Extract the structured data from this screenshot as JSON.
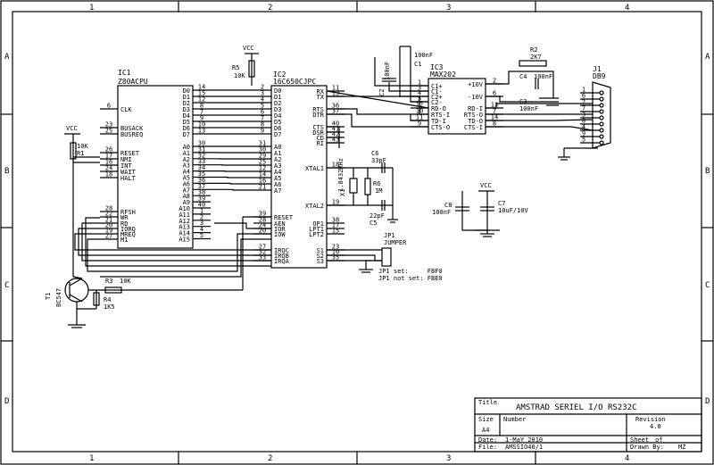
{
  "sheet": {
    "columns": [
      "1",
      "2",
      "3",
      "4"
    ],
    "rows": [
      "A",
      "B",
      "C",
      "D"
    ]
  },
  "title_block": {
    "title_label": "Title",
    "title": "AMSTRAD SERIEL I/O RS232C",
    "size_label": "Size",
    "size": "A4",
    "number_label": "Number",
    "revision_label": "Revision",
    "revision": "4.0",
    "date_label": "Date:",
    "date": "1-MaY 2010",
    "file_label": "File:",
    "file": "AMSSIO40/1",
    "sheet_label": "Sheet",
    "sheet_of": "of",
    "drawn_label": "Drawn By:",
    "drawn": "MZ"
  },
  "ic1": {
    "ref": "IC1",
    "part": "Z80ACPU",
    "left_pins": [
      {
        "num": "6",
        "name": "CLK"
      },
      {
        "num": "23",
        "name": "BUSACK"
      },
      {
        "num": "25",
        "name": "BUSREQ"
      },
      {
        "num": "26",
        "name": "RESET"
      },
      {
        "num": "17",
        "name": "NMI"
      },
      {
        "num": "16",
        "name": "INT"
      },
      {
        "num": "24",
        "name": "WAIT"
      },
      {
        "num": "18",
        "name": "HALT"
      },
      {
        "num": "28",
        "name": "RFSH"
      },
      {
        "num": "22",
        "name": "WR"
      },
      {
        "num": "21",
        "name": "RD"
      },
      {
        "num": "20",
        "name": "IORQ"
      },
      {
        "num": "19",
        "name": "MREQ"
      },
      {
        "num": "27",
        "name": "M1"
      }
    ],
    "right_pins": [
      {
        "num": "14",
        "name": "D0"
      },
      {
        "num": "15",
        "name": "D1"
      },
      {
        "num": "12",
        "name": "D2"
      },
      {
        "num": "8",
        "name": "D3"
      },
      {
        "num": "7",
        "name": "D4"
      },
      {
        "num": "9",
        "name": "D5"
      },
      {
        "num": "10",
        "name": "D6"
      },
      {
        "num": "13",
        "name": "D7"
      },
      {
        "num": "30",
        "name": "A0"
      },
      {
        "num": "31",
        "name": "A1"
      },
      {
        "num": "32",
        "name": "A2"
      },
      {
        "num": "33",
        "name": "A3"
      },
      {
        "num": "34",
        "name": "A4"
      },
      {
        "num": "35",
        "name": "A5"
      },
      {
        "num": "36",
        "name": "A6"
      },
      {
        "num": "37",
        "name": "A7"
      },
      {
        "num": "38",
        "name": "A8"
      },
      {
        "num": "39",
        "name": "A9"
      },
      {
        "num": "40",
        "name": "A10"
      },
      {
        "num": "1",
        "name": "A11"
      },
      {
        "num": "2",
        "name": "A12"
      },
      {
        "num": "3",
        "name": "A13"
      },
      {
        "num": "4",
        "name": "A14"
      },
      {
        "num": "5",
        "name": "A15"
      }
    ]
  },
  "ic2": {
    "ref": "IC2",
    "part": "16C650CJPC",
    "left_pins": [
      {
        "num": "2",
        "name": "D0"
      },
      {
        "num": "3",
        "name": "D1"
      },
      {
        "num": "4",
        "name": "D2"
      },
      {
        "num": "5",
        "name": "D3"
      },
      {
        "num": "6",
        "name": "D4"
      },
      {
        "num": "7",
        "name": "D5"
      },
      {
        "num": "8",
        "name": "D6"
      },
      {
        "num": "9",
        "name": "D7"
      },
      {
        "num": "31",
        "name": "A0"
      },
      {
        "num": "30",
        "name": "A1"
      },
      {
        "num": "29",
        "name": "A2"
      },
      {
        "num": "25",
        "name": "A3"
      },
      {
        "num": "12",
        "name": "A4"
      },
      {
        "num": "14",
        "name": "A5"
      },
      {
        "num": "16",
        "name": "A6"
      },
      {
        "num": "21",
        "name": "A7"
      },
      {
        "num": "39",
        "name": "RESET"
      },
      {
        "num": "28",
        "name": "AEN"
      },
      {
        "num": "24",
        "name": "IOR"
      },
      {
        "num": "20",
        "name": "IOW"
      },
      {
        "num": "27",
        "name": "IRQC"
      },
      {
        "num": "32",
        "name": "IRQB"
      },
      {
        "num": "33",
        "name": "IRQA"
      }
    ],
    "right_pins": [
      {
        "num": "11",
        "name": "RX"
      },
      {
        "num": "13",
        "name": "TX"
      },
      {
        "num": "36",
        "name": "RTS"
      },
      {
        "num": "37",
        "name": "DTR"
      },
      {
        "num": "40",
        "name": "CTS"
      },
      {
        "num": "41",
        "name": "DSR"
      },
      {
        "num": "42",
        "name": "CD"
      },
      {
        "num": "43",
        "name": "RI"
      },
      {
        "num": "18",
        "name": "XTAL1"
      },
      {
        "num": "19",
        "name": "XTAL2"
      },
      {
        "num": "38",
        "name": "OP1"
      },
      {
        "num": "17",
        "name": "LPT1"
      },
      {
        "num": "15",
        "name": "LPT2"
      },
      {
        "num": "23",
        "name": "S1"
      },
      {
        "num": "10",
        "name": "S2"
      },
      {
        "num": "35",
        "name": "S3"
      }
    ]
  },
  "ic3": {
    "ref": "IC3",
    "part": "MAX202",
    "left_pins": [
      {
        "num": "1",
        "name": "C1+"
      },
      {
        "num": "3",
        "name": "C1-"
      },
      {
        "num": "4",
        "name": "C2+"
      },
      {
        "num": "5",
        "name": "C2-"
      },
      {
        "num": "12",
        "name": "RD-O"
      },
      {
        "num": "10",
        "name": "RTS-I"
      },
      {
        "num": "11",
        "name": "TD-I"
      },
      {
        "num": "9",
        "name": "CTS-O"
      }
    ],
    "right_pins": [
      {
        "num": "2",
        "name": "+10V"
      },
      {
        "num": "6",
        "name": "-10V"
      },
      {
        "num": "13",
        "name": "RD-I"
      },
      {
        "num": "7",
        "name": "RTS-O"
      },
      {
        "num": "14",
        "name": "TD-O"
      },
      {
        "num": "8",
        "name": "CTS-I"
      }
    ]
  },
  "j1": {
    "ref": "J1",
    "part": "DB9",
    "pins": [
      "1",
      "6",
      "2",
      "7",
      "3",
      "8",
      "4",
      "9",
      "5"
    ]
  },
  "parts": {
    "r5_ref": "R5",
    "r5_val": "10K",
    "r1_ref": "R1",
    "r1_val": "10K",
    "r2_ref": "R2",
    "r2_val": "2K7",
    "r3_ref": "R3",
    "r3_val": "10K",
    "r4_ref": "R4",
    "r4_val": "1K5",
    "r6_ref": "R6",
    "r6_val": "1M",
    "c1_ref": "C1",
    "c1_val": "100nF",
    "c2_ref": "C2",
    "c2_val": "100nF",
    "c3_ref": "C3",
    "c3_val": "100nF",
    "c4_ref": "C4",
    "c4_val": "100nF",
    "c5_ref": "C5",
    "c5_val": "22pF",
    "c6_ref": "C6",
    "c6_val": "33pF",
    "c7_ref": "C7",
    "c7_val": "10uF/10V",
    "c8_ref": "C8",
    "c8_val": "100nF",
    "x1_ref": "X1",
    "x1_val": "1.8432MHz",
    "t1_ref": "T1",
    "t1_val": "BC547",
    "jp1_ref": "JP1",
    "jp1_val": "JUMPER",
    "vcc": "VCC"
  },
  "notes": {
    "line1": "JP1 set:     FBF0",
    "line2": "JP1 not set: FBE0"
  }
}
